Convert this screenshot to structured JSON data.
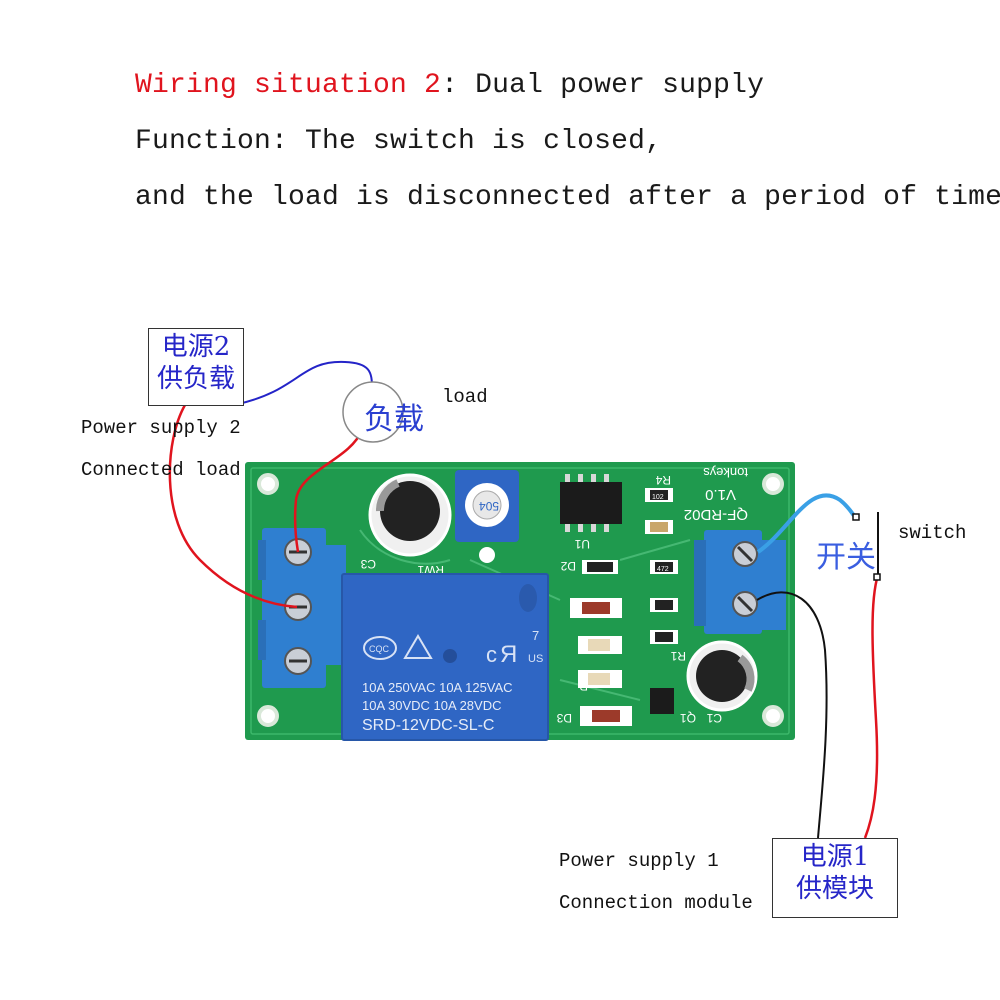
{
  "header": {
    "line1_highlight": "Wiring situation 2",
    "line1_rest": ": Dual power supply",
    "line2": "Function: The switch is closed,",
    "line3": "and the load is disconnected after a period of time"
  },
  "labels": {
    "power_supply_2": "Power supply 2",
    "connected_load": "Connected load",
    "load": "load",
    "switch": "switch",
    "power_supply_1": "Power supply 1",
    "connection_module": "Connection module"
  },
  "chinese": {
    "box_top_line1": "电源2",
    "box_top_line2": "供负载",
    "load_circle": "负载",
    "switch_label": "开关",
    "box_bottom_line1": "电源1",
    "box_bottom_line2": "供模块"
  },
  "board": {
    "relay_line1": "10A 250VAC  10A 125VAC",
    "relay_line2": "10A  30VDC  10A  28VDC",
    "relay_model": "SRD-12VDC-SL-C",
    "relay_mark": "7",
    "pcb_model": "QF-RD02",
    "pcb_version": "V1.0",
    "brand": "tonkeys",
    "pot_label": "504",
    "ref_c3": "C3",
    "ref_rw1": "RW1",
    "ref_r4": "R4",
    "ref_u1": "U1",
    "ref_d2": "D2",
    "ref_r1": "R1",
    "ref_r": "R",
    "ref_d3": "D3",
    "ref_c1": "C1",
    "ref_q1": "Q1",
    "res_102": "102",
    "res_472": "472"
  },
  "colors": {
    "header_highlight": "#e0141e",
    "pcb_green": "#1f9a4e",
    "terminal_blue": "#2f7fd0",
    "relay_blue": "#2f66c4",
    "wire_red": "#e0141e",
    "wire_blue": "#2424c8",
    "wire_lightblue": "#3aa0e6",
    "wire_black": "#111111"
  }
}
